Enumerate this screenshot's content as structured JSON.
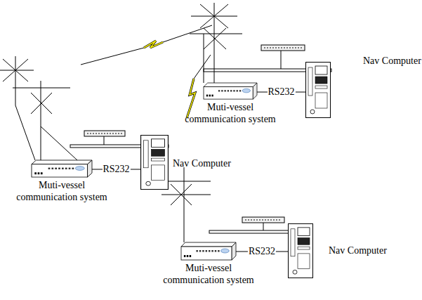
{
  "diagram": {
    "nodes": [
      {
        "text": [
          "Muti-vessel communication system"
        ]
      },
      {
        "text": [
          "Nav Computer"
        ]
      },
      {
        "text": [
          "Muti-vessel communication system"
        ]
      },
      {
        "text": [
          "Nav Computer"
        ]
      },
      {
        "text": [
          "Muti-vessel communication system"
        ]
      },
      {
        "text": [
          "Nav Computer"
        ]
      }
    ],
    "edges": [
      {
        "from": 0,
        "to": 1,
        "label": "RS232",
        "arrow": "none"
      },
      {
        "from": 2,
        "to": 3,
        "label": "RS232",
        "arrow": "none"
      },
      {
        "from": 4,
        "to": 5,
        "label": "RS232",
        "arrow": "none"
      }
    ]
  }
}
